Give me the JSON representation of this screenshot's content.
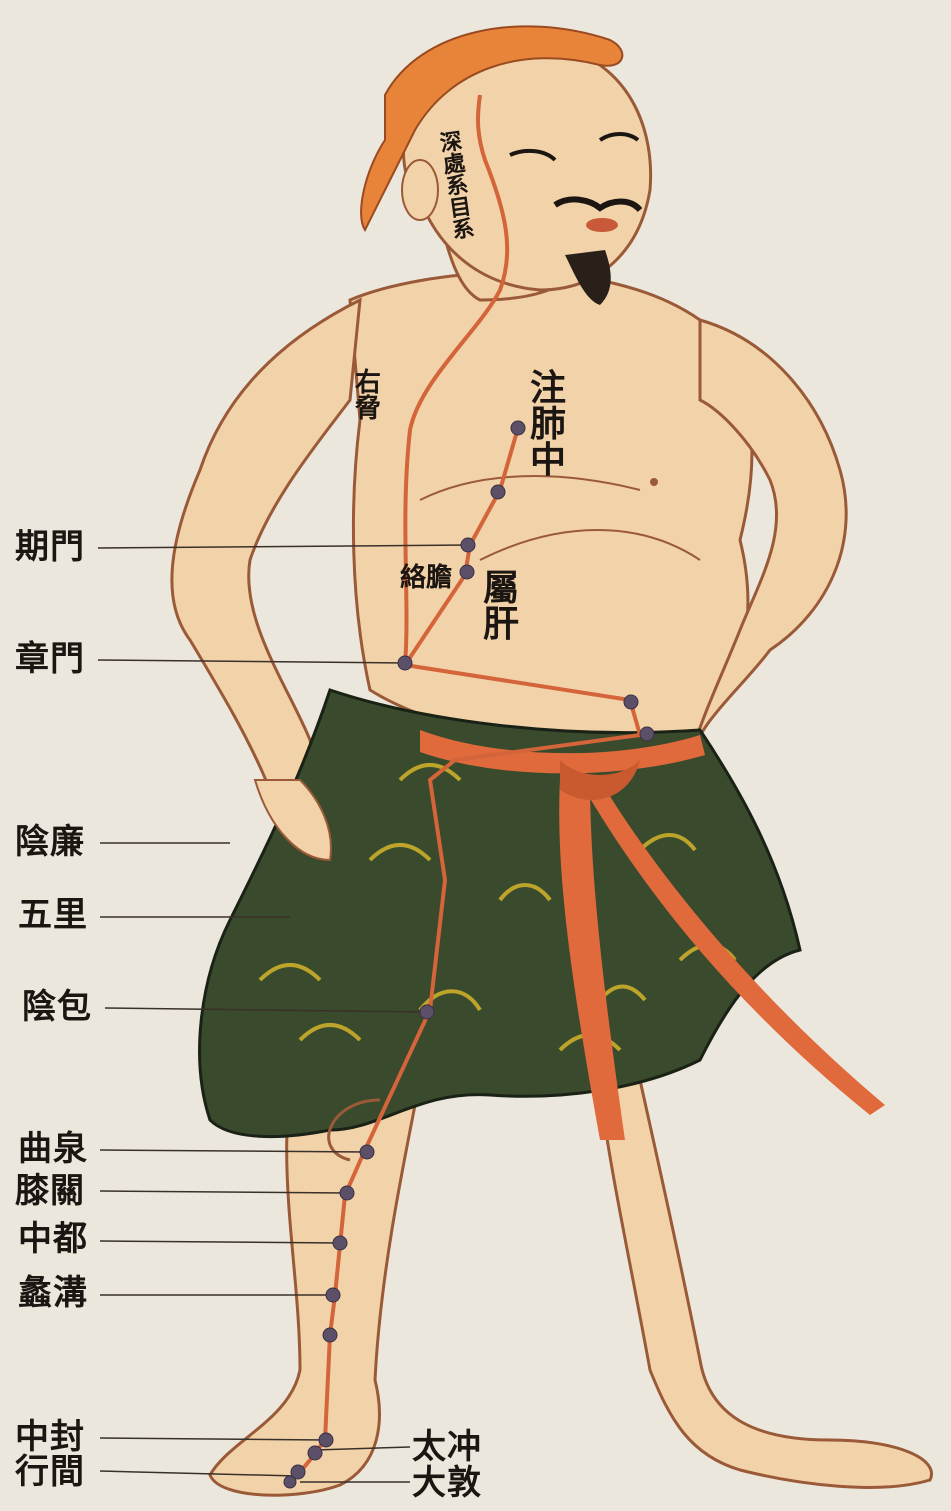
{
  "colors": {
    "background": "#ece7dc",
    "meridian": "#d4643a",
    "acupoint": "#5b5068",
    "ink": "#1c1612",
    "skin": "#f2d2a8",
    "outline": "#9a5a38",
    "cloth": "#3a4a2c",
    "cloth_pattern": "#d4b42a",
    "sash": "#e06a3c",
    "headband": "#e8843a"
  },
  "labels": {
    "qimen": "期門",
    "zhangmen": "章門",
    "yinlian": "陰廉",
    "wuli": "五里",
    "yinbao": "陰包",
    "ququan": "曲泉",
    "xiguan": "膝關",
    "zhongdu": "中都",
    "ligou": "蠡溝",
    "zhongfeng": "中封",
    "xingjian": "行間",
    "taichong": "太冲",
    "dadun": "大敦"
  },
  "body_labels": {
    "head_vertical": "深處系目系",
    "right_ribs": "右脅",
    "zhu_fei_zhong": "注肺中",
    "luo_dan": "絡膽",
    "shu_gan": "屬肝"
  }
}
